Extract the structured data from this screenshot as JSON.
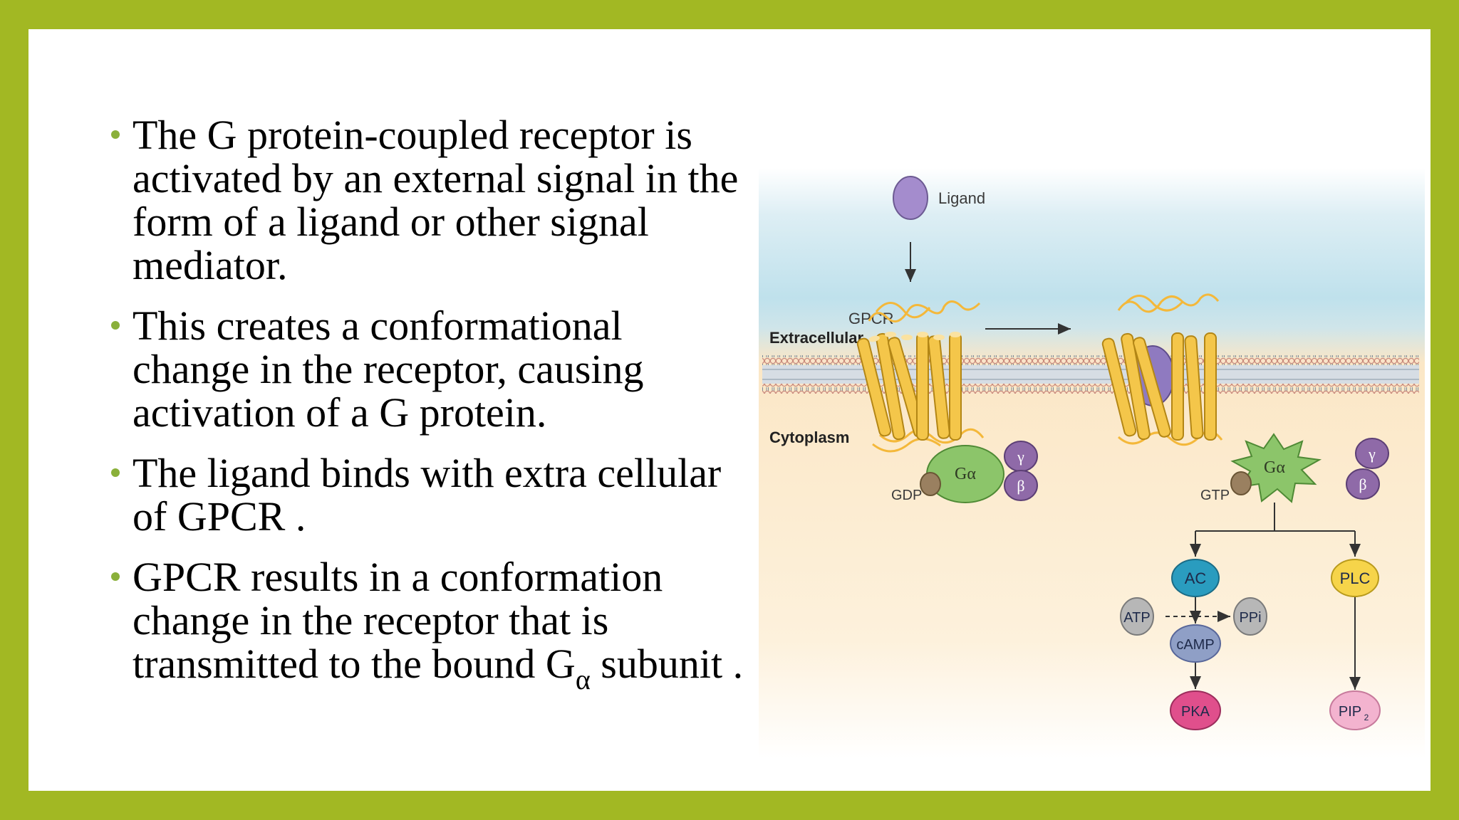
{
  "bullets": [
    {
      "text": "The G protein-coupled receptor is activated by an external signal in the form of a ligand or other signal mediator."
    },
    {
      "text": " This creates a conformational change in the receptor, causing activation of a G protein."
    },
    {
      "text": "The  ligand binds with extra cellular of GPCR ."
    },
    {
      "text_before": "GPCR results in a conformation change in the receptor that is transmitted to the bound G",
      "subscript": "α",
      "text_after": " subunit ."
    }
  ],
  "diagram": {
    "ligand": "Ligand",
    "gpcr": "GPCR",
    "extracellular": "Extracellular",
    "cytoplasm": "Cytoplasm",
    "g_alpha": "Gα",
    "gamma": "γ",
    "beta": "β",
    "gdp": "GDP",
    "gtp": "GTP",
    "ac": "AC",
    "plc": "PLC",
    "atp": "ATP",
    "ppi": "PPi",
    "camp": "cAMP",
    "pka": "PKA",
    "pip": "PIP",
    "pip_sub": "2"
  },
  "colors": {
    "frame": "#a2b823",
    "bullet": "#8ab03a",
    "receptor": "#f4c64a",
    "g_alpha": "#8cc56a",
    "beta_gamma": "#8f6aa8",
    "ligand": "#a48ccd",
    "ac": "#2a9cbf",
    "plc": "#f6d44a",
    "camp": "#8f9fc6",
    "pka": "#e04f8c",
    "pip2": "#f3b3cf",
    "small_molecule": "#b7b7b7"
  }
}
